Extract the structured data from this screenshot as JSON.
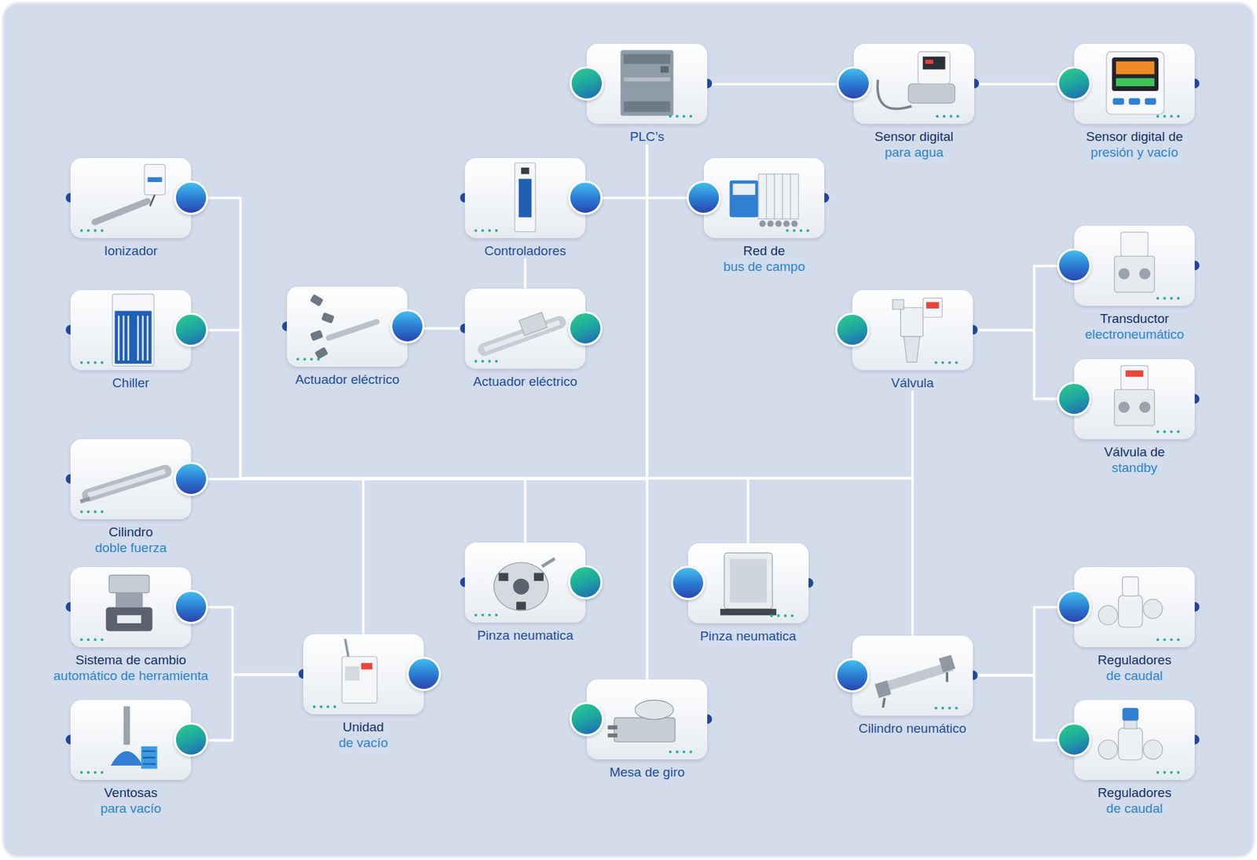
{
  "diagram": {
    "nodes": [
      {
        "text": [
          "PLC’s"
        ]
      },
      {
        "text": [
          "Sensor digital",
          "para agua"
        ]
      },
      {
        "text": [
          "Sensor digital de",
          "presión y vacío"
        ]
      },
      {
        "text": [
          "Ionizador"
        ]
      },
      {
        "text": [
          "Controladores"
        ]
      },
      {
        "text": [
          "Red de",
          "bus de campo"
        ]
      },
      {
        "text": [
          "Transductor",
          "electroneumático"
        ]
      },
      {
        "text": [
          "Chiller"
        ]
      },
      {
        "text": [
          "Actuador eléctrico"
        ]
      },
      {
        "text": [
          "Actuador eléctrico"
        ]
      },
      {
        "text": [
          "Válvula"
        ]
      },
      {
        "text": [
          "Válvula de",
          "standby"
        ]
      },
      {
        "text": [
          "Cilindro",
          "doble fuerza"
        ]
      },
      {
        "text": [
          "Pinza neumatica"
        ]
      },
      {
        "text": [
          "Pinza neumatica"
        ]
      },
      {
        "text": [
          "Sistema de cambio",
          "automático de herramienta"
        ]
      },
      {
        "text": [
          "Unidad",
          "de vacío"
        ]
      },
      {
        "text": [
          "Cilindro neumático"
        ]
      },
      {
        "text": [
          "Reguladores",
          "de caudal"
        ]
      },
      {
        "text": [
          "Ventosas",
          "para vacío"
        ]
      },
      {
        "text": [
          "Mesa de giro"
        ]
      },
      {
        "text": [
          "Reguladores",
          "de caudal"
        ]
      }
    ],
    "edges": [
      {
        "from": 0,
        "to": 1,
        "arrow": "none"
      },
      {
        "from": 1,
        "to": 2,
        "arrow": "none"
      },
      {
        "from": 4,
        "to": 5,
        "arrow": "none"
      },
      {
        "from": 4,
        "to": 9,
        "arrow": "none"
      },
      {
        "from": 8,
        "to": 9,
        "arrow": "none"
      },
      {
        "from": 10,
        "to": 6,
        "arrow": "none"
      },
      {
        "from": 10,
        "to": 11,
        "arrow": "none"
      },
      {
        "from": 0,
        "to": 20,
        "arrow": "none"
      },
      {
        "from": 0,
        "to": 3,
        "arrow": "none"
      },
      {
        "from": 0,
        "to": 7,
        "arrow": "none"
      },
      {
        "from": 0,
        "to": 12,
        "arrow": "none"
      },
      {
        "from": 0,
        "to": 16,
        "arrow": "none"
      },
      {
        "from": 0,
        "to": 13,
        "arrow": "none"
      },
      {
        "from": 0,
        "to": 14,
        "arrow": "none"
      },
      {
        "from": 0,
        "to": 10,
        "arrow": "none"
      },
      {
        "from": 0,
        "to": 17,
        "arrow": "none"
      },
      {
        "from": 15,
        "to": 16,
        "arrow": "none"
      },
      {
        "from": 19,
        "to": 16,
        "arrow": "none"
      },
      {
        "from": 17,
        "to": 18,
        "arrow": "none"
      },
      {
        "from": 17,
        "to": 21,
        "arrow": "none"
      }
    ]
  }
}
